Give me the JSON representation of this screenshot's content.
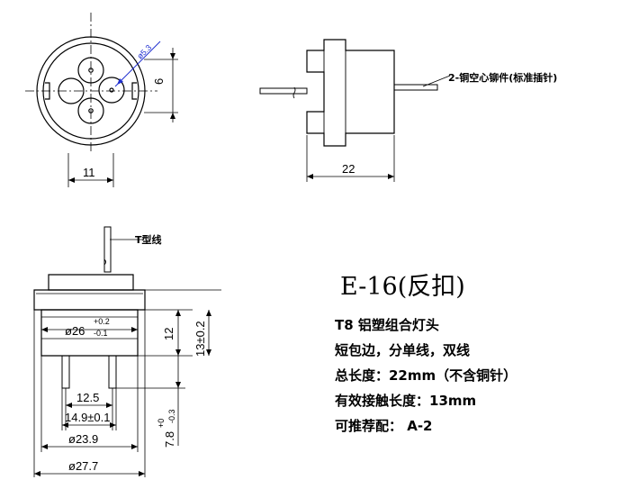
{
  "top_view": {
    "dim_diameter_pin": "ø5.3",
    "dim_six": "6",
    "dim_eleven": "11"
  },
  "side_view": {
    "pin_note": "2-铜空心铆件(标准插针)",
    "dim_length": "22"
  },
  "front_view": {
    "wire_note": "T型线",
    "dim_outer_top": "ø26",
    "dim_outer_top_tol_upper": "+0.2",
    "dim_outer_top_tol_lower": "-0.1",
    "dim_height": "12",
    "dim_total_height": "13±0.2",
    "dim_pin_span": "12.5",
    "dim_pin_span_outer": "14.9±0.1",
    "dim_pin_length": "7.8",
    "dim_pin_length_tol_upper": "+0",
    "dim_pin_length_tol_lower": "-0.3",
    "dim_base_inner": "ø23.9",
    "dim_base_outer": "ø27.7"
  },
  "spec": {
    "model": "E-16(反扣)",
    "lines": [
      "T8 铝塑组合灯头",
      "短包边，分单线，双线",
      "总长度：22mm（不含铜针）",
      "有效接触长度：13mm",
      "可推荐配：  A-2"
    ]
  }
}
